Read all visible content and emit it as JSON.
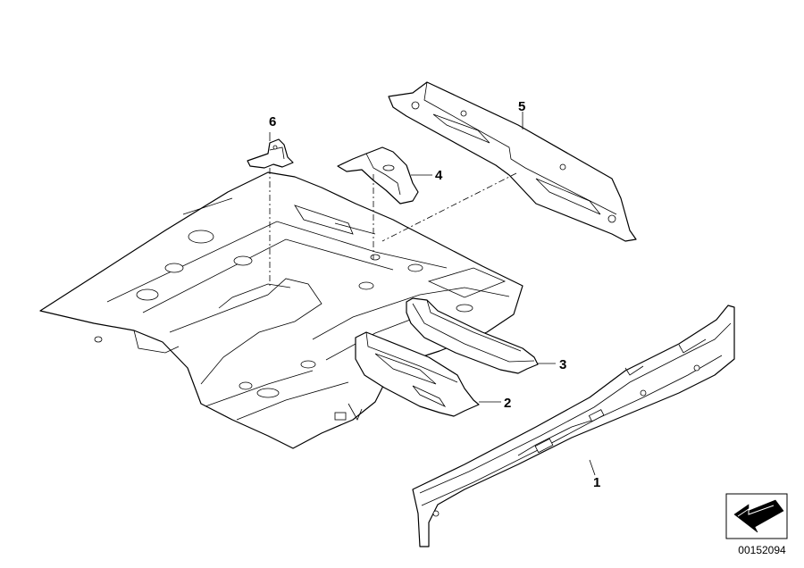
{
  "callouts": [
    {
      "id": "1",
      "label": "1"
    },
    {
      "id": "2",
      "label": "2"
    },
    {
      "id": "3",
      "label": "3"
    },
    {
      "id": "4",
      "label": "4"
    },
    {
      "id": "5",
      "label": "5"
    },
    {
      "id": "6",
      "label": "6"
    }
  ],
  "diagram_id": "00152094",
  "orientation_icon": "direction-arrow-icon"
}
